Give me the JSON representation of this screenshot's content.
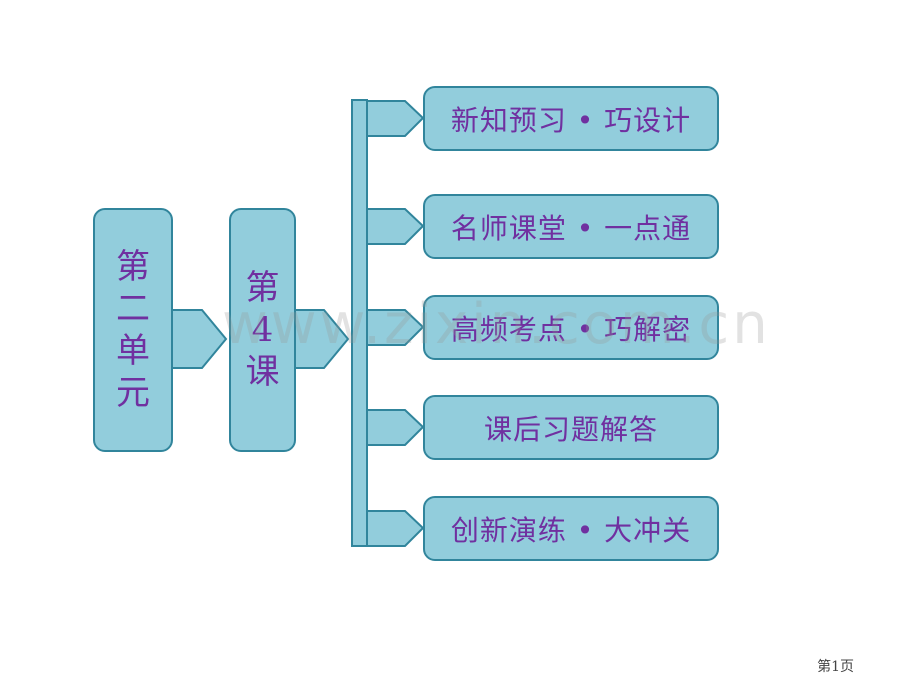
{
  "unit": {
    "chars": [
      "第",
      "二",
      "单",
      "元"
    ]
  },
  "lesson": {
    "chars": [
      "第",
      "4",
      "课"
    ]
  },
  "sections": [
    {
      "label": "新知预习 • 巧设计"
    },
    {
      "label": "名师课堂 • 一点通"
    },
    {
      "label": "高频考点 • 巧解密"
    },
    {
      "label": "课后习题解答"
    },
    {
      "label": "创新演练 • 大冲关"
    }
  ],
  "watermark": "www.zixin.com.cn",
  "footer": {
    "page_label": "第1页"
  },
  "colors": {
    "box_fill": "#92cddc",
    "box_stroke": "#31859c",
    "text": "#7030a0"
  }
}
